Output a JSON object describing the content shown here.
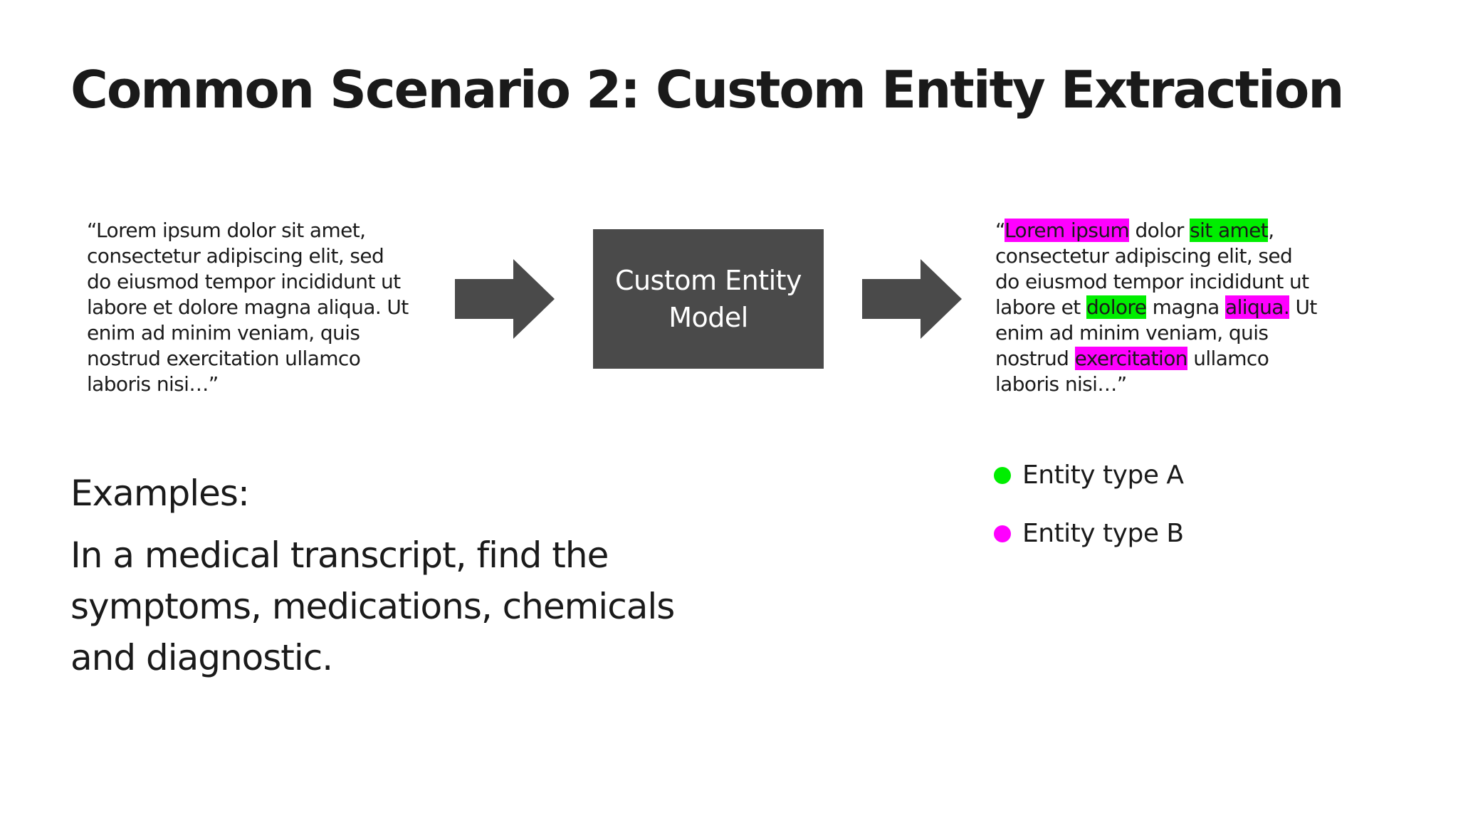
{
  "slide": {
    "title": "Common Scenario 2: Custom Entity Extraction"
  },
  "input_text": "“Lorem ipsum dolor sit amet,\nconsectetur adipiscing elit, sed\ndo eiusmod tempor incididunt ut\nlabore et dolore magna aliqua. Ut\nenim ad minim veniam, quis\nnostrud exercitation ullamco\nlaboris nisi…”",
  "model": {
    "label": "Custom Entity\nModel",
    "color": "#4a4a4a"
  },
  "arrow_color": "#4a4a4a",
  "output_text": {
    "segments": [
      {
        "text": "“",
        "entity": null
      },
      {
        "text": "Lorem ipsum",
        "entity": "B"
      },
      {
        "text": " dolor ",
        "entity": null
      },
      {
        "text": "sit amet",
        "entity": "A"
      },
      {
        "text": ",",
        "entity": null
      },
      {
        "text": "\n",
        "entity": null
      },
      {
        "text": "consectetur adipiscing elit, sed",
        "entity": null
      },
      {
        "text": "\n",
        "entity": null
      },
      {
        "text": "do eiusmod tempor incididunt ut",
        "entity": null
      },
      {
        "text": "\n",
        "entity": null
      },
      {
        "text": "labore et ",
        "entity": null
      },
      {
        "text": "dolore",
        "entity": "A"
      },
      {
        "text": " magna ",
        "entity": null
      },
      {
        "text": "aliqua.",
        "entity": "B"
      },
      {
        "text": " Ut",
        "entity": null
      },
      {
        "text": "\n",
        "entity": null
      },
      {
        "text": "enim ad minim veniam, quis",
        "entity": null
      },
      {
        "text": "\n",
        "entity": null
      },
      {
        "text": "nostrud ",
        "entity": null
      },
      {
        "text": "exercitation",
        "entity": "B"
      },
      {
        "text": " ullamco",
        "entity": null
      },
      {
        "text": "\n",
        "entity": null
      },
      {
        "text": "laboris nisi…”",
        "entity": null
      }
    ]
  },
  "examples": {
    "heading": "Examples:",
    "body": "In a medical transcript, find the\nsymptoms, medications, chemicals\nand diagnostic."
  },
  "legend": [
    {
      "label": "Entity type A",
      "color": "#00ee00",
      "entity": "A"
    },
    {
      "label": "Entity type B",
      "color": "#ff00ff",
      "entity": "B"
    }
  ]
}
